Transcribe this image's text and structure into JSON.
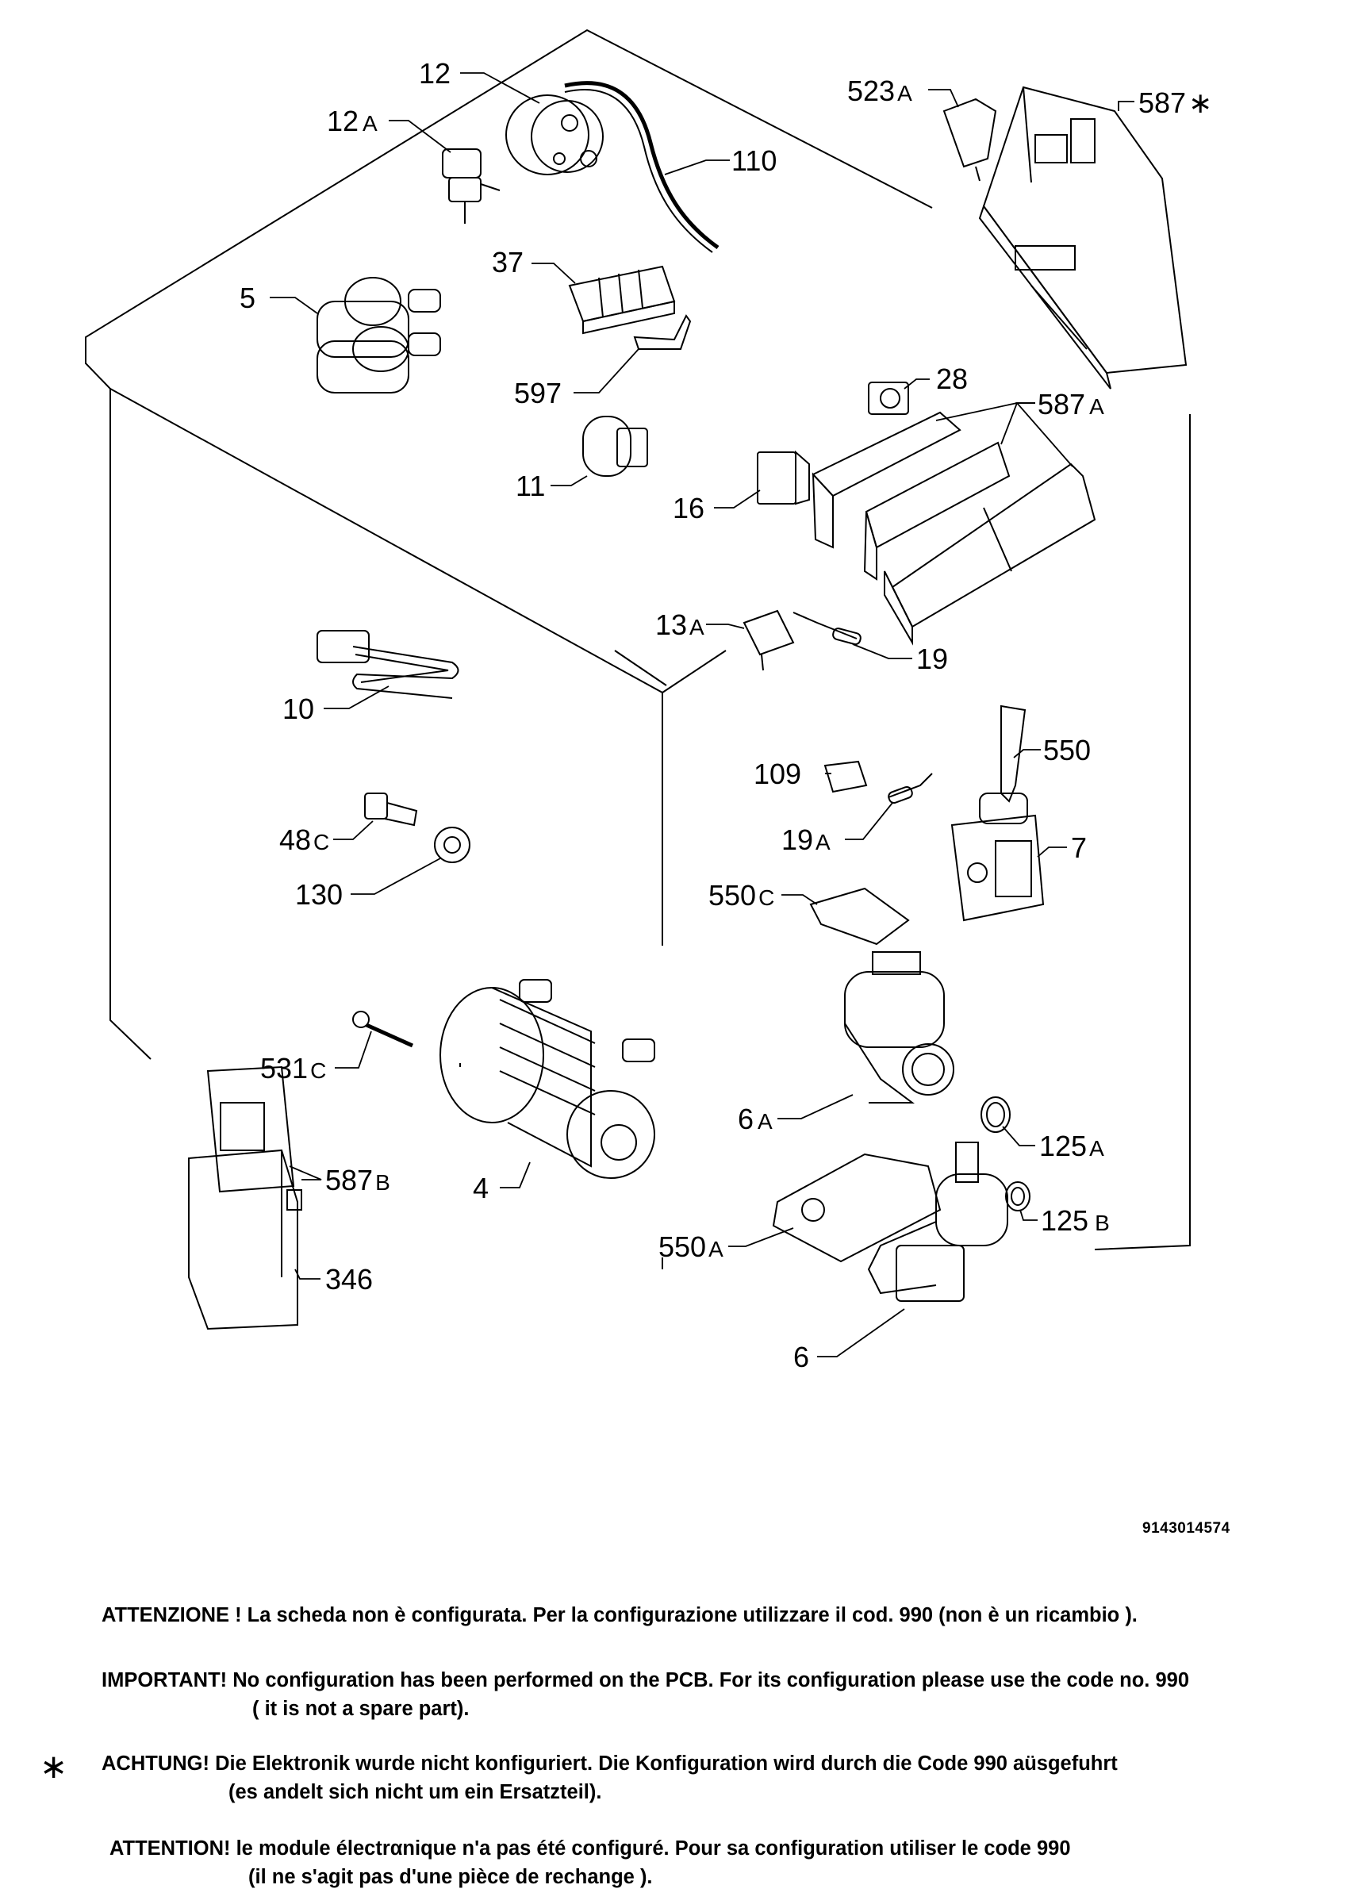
{
  "drawing_number": "9143014574",
  "labels": {
    "p12": "12",
    "p12a": "12",
    "p12a_sfx": "A",
    "p110": "110",
    "p523a": "523",
    "p523a_sfx": "A",
    "p587star": "587",
    "p587star_sfx": "∗",
    "p5": "5",
    "p37": "37",
    "p597": "597",
    "p28": "28",
    "p587a": "587",
    "p587a_sfx": "A",
    "p11": "11",
    "p16": "16",
    "p13a": "13",
    "p13a_sfx": "A",
    "p19": "19",
    "p10": "10",
    "p109": "109",
    "p550": "550",
    "p19a": "19",
    "p19a_sfx": "A",
    "p7": "7",
    "p48c": "48",
    "p48c_sfx": "C",
    "p130": "130",
    "p550c": "550",
    "p550c_sfx": "C",
    "p531c": "531",
    "p531c_sfx": "C",
    "p6a": "6",
    "p6a_sfx": "A",
    "p125a": "125",
    "p125a_sfx": "A",
    "p587b": "587",
    "p587b_sfx": "B",
    "p4": "4",
    "p125b": "125",
    "p125b_sfx": "B",
    "p550a": "550",
    "p550a_sfx": "A",
    "p346": "346",
    "p6": "6"
  },
  "notes": {
    "it": "ATTENZIONE ! La scheda non è  configurata. Per la configurazione utilizzare il cod. 990 (non è un ricambio ).",
    "en_line1": "IMPORTANT! No configuration has been performed on the PCB. For its configuration please use the code no. 990",
    "en_line2": "( it is not a spare part).",
    "asterisk": "∗",
    "de_line1": "ACHTUNG! Die Elektronik wurde nicht konfiguriert. Die Konfiguration wird durch die Code 990 aüsgefuhrt",
    "de_line2": "(es andelt sich nicht um ein Ersatzteil).",
    "fr_line1": "ATTENTION! le module électrαnique n'a pas été configuré. Pour  sa configuration utiliser le code 990",
    "fr_line2": "(il ne s'agit pas d'une pièce de rechange )."
  }
}
